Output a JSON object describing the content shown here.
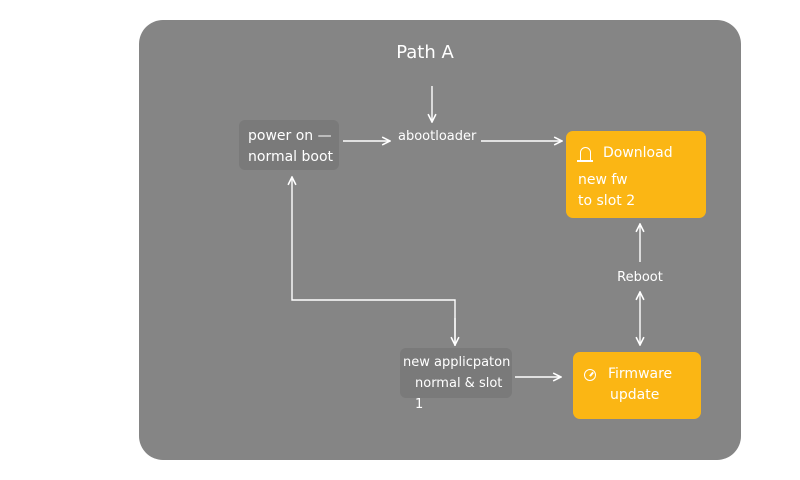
{
  "diagram": {
    "title": "Path A",
    "edge_labels": {
      "bootloader": "abootloader",
      "reboot": "Reboot"
    },
    "nodes": {
      "power_on": {
        "line1": "power on  —",
        "line2": "normal boot"
      },
      "new_app": {
        "line1": "new applicpaton",
        "line2": "normal & slot 1"
      },
      "download": {
        "line1": "Download",
        "line2": "new fw",
        "line3": "to slot 2",
        "icon": "download-icon"
      },
      "firmware_update": {
        "line1": "Firmware",
        "line2": "update",
        "icon": "gauge-icon"
      }
    },
    "colors": {
      "panel": "#858585",
      "node_gray": "#7a7a7a",
      "node_accent": "#fbb614",
      "text": "#ffffff"
    }
  }
}
